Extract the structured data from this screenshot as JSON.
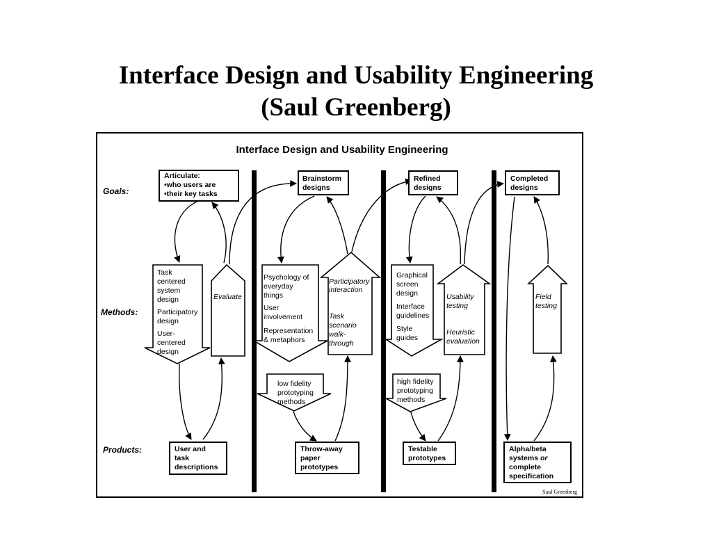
{
  "slide": {
    "title_line1": "Interface Design and Usability Engineering",
    "title_line2": "(Saul Greenberg)"
  },
  "diagram": {
    "title": "Interface Design and Usability Engineering",
    "credit": "Saul Greenberg",
    "row_labels": {
      "goals": "Goals:",
      "methods": "Methods:",
      "products": "Products:"
    },
    "goals": {
      "articulate": [
        "Articulate:",
        "•who users are",
        "•their key tasks"
      ],
      "brainstorm": [
        "Brainstorm",
        "designs"
      ],
      "refined": [
        "Refined",
        "designs"
      ],
      "completed": [
        "Completed",
        "designs"
      ]
    },
    "methods": {
      "task_centered": [
        "Task",
        "centered",
        "system",
        "design",
        "Participatory",
        "design",
        "User-",
        "centered",
        "design"
      ],
      "evaluate": "Evaluate",
      "psychology": [
        "Psychology of",
        "everyday",
        "things",
        "User",
        "involvement",
        "Representation",
        "& metaphors"
      ],
      "participatory_interaction": [
        "Participatory",
        "interaction",
        "Task",
        "scenario",
        "walk-",
        "through"
      ],
      "graphical": [
        "Graphical",
        "screen",
        "design",
        "Interface",
        "guidelines",
        "Style",
        "guides"
      ],
      "usability": [
        "Usability",
        "testing",
        "Heuristic",
        "evaluation"
      ],
      "field": [
        "Field",
        "testing"
      ],
      "low_fidelity": [
        "low fidelity",
        "prototyping",
        "methods"
      ],
      "high_fidelity": [
        "high fidelity",
        "prototyping",
        "methods"
      ]
    },
    "products": {
      "user_task": [
        "User and",
        "task",
        "descriptions"
      ],
      "throwaway": [
        "Throw-away",
        "paper",
        "prototypes"
      ],
      "testable": [
        "Testable",
        "prototypes"
      ],
      "alpha_prefix": "Alpha/beta",
      "alpha_systems": "systems",
      "alpha_or": "or",
      "alpha_complete": "complete",
      "alpha_spec": "specification"
    }
  }
}
